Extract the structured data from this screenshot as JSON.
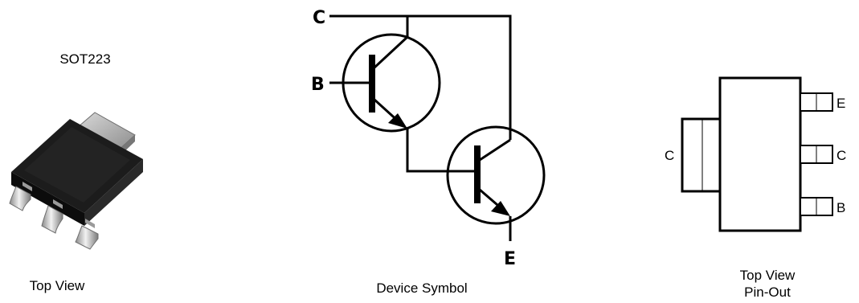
{
  "package": {
    "name": "SOT223",
    "photo_caption": "Top View"
  },
  "symbol": {
    "caption": "Device Symbol",
    "terminals": {
      "collector": "C",
      "base": "B",
      "emitter": "E"
    }
  },
  "pinout": {
    "caption_line1": "Top View",
    "caption_line2": "Pin-Out",
    "tab_label": "C",
    "pins": [
      "E",
      "C",
      "B"
    ]
  },
  "colors": {
    "line": "#000000",
    "package_body": "#1c1c1c",
    "lead_metal": "#b8b8b8"
  }
}
